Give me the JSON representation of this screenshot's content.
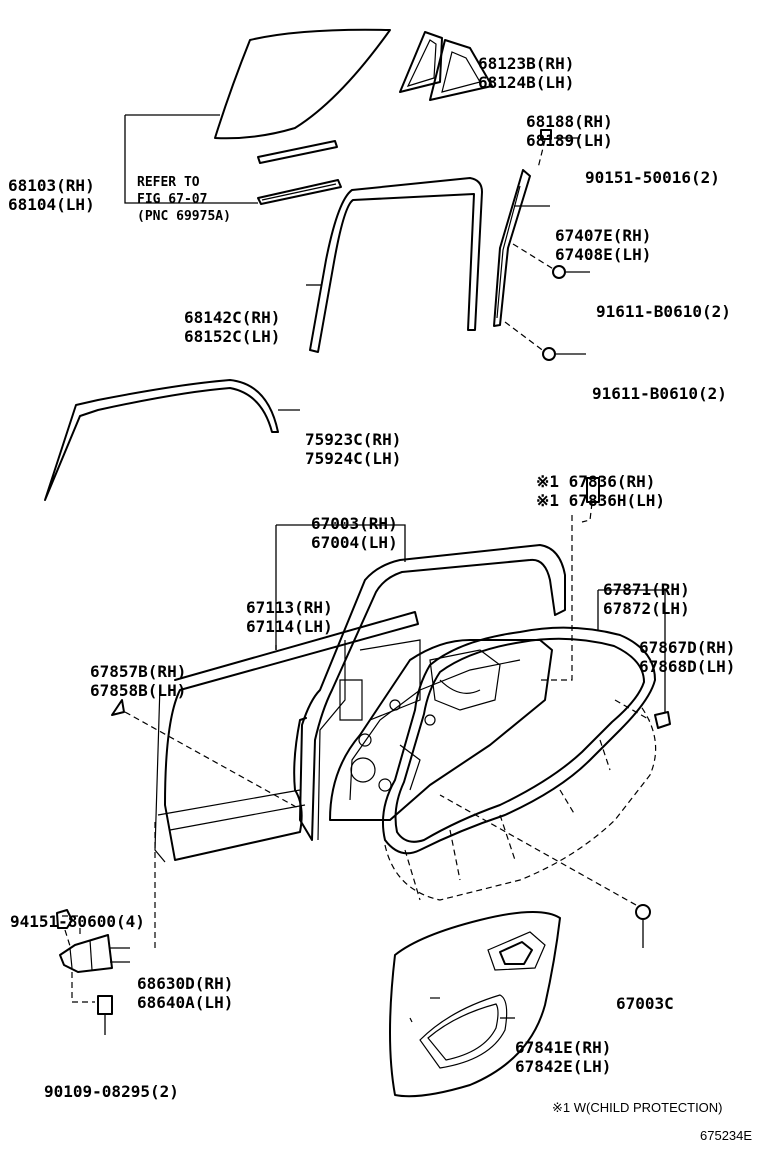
{
  "labels": {
    "p68123": {
      "rh": "68123B(RH)",
      "lh": "68124B(LH)"
    },
    "p68188": {
      "rh": "68188(RH)",
      "lh": "68189(LH)"
    },
    "p68103": {
      "rh": "68103(RH)",
      "lh": "68104(LH)"
    },
    "refer": {
      "line1": "REFER TO",
      "line2": "FIG 67-07",
      "line3": "(PNC 69975A)"
    },
    "p90151_50016": "90151-50016(2)",
    "p67407": {
      "rh": "67407E(RH)",
      "lh": "67408E(LH)"
    },
    "p91611_a": "91611-B0610(2)",
    "p68142": {
      "rh": "68142C(RH)",
      "lh": "68152C(LH)"
    },
    "p91611_b": "91611-B0610(2)",
    "p75923": {
      "rh": "75923C(RH)",
      "lh": "75924C(LH)"
    },
    "p67836": {
      "rh": "※1 67836(RH)",
      "lh": "※1 67836H(LH)"
    },
    "p67003": {
      "rh": "67003(RH)",
      "lh": "67004(LH)"
    },
    "p67113": {
      "rh": "67113(RH)",
      "lh": "67114(LH)"
    },
    "p67871": {
      "rh": "67871(RH)",
      "lh": "67872(LH)"
    },
    "p67857": {
      "rh": "67857B(RH)",
      "lh": "67858B(LH)"
    },
    "p67867": {
      "rh": "67867D(RH)",
      "lh": "67868D(LH)"
    },
    "p94151": "94151-80600(4)",
    "p68630": {
      "rh": "68630D(RH)",
      "lh": "68640A(LH)"
    },
    "p67003c": "67003C",
    "p67841": {
      "rh": "67841E(RH)",
      "lh": "67842E(LH)"
    },
    "p90109": "90109-08295(2)",
    "note": "※1 W(CHILD PROTECTION)",
    "figure_id": "675234E"
  }
}
